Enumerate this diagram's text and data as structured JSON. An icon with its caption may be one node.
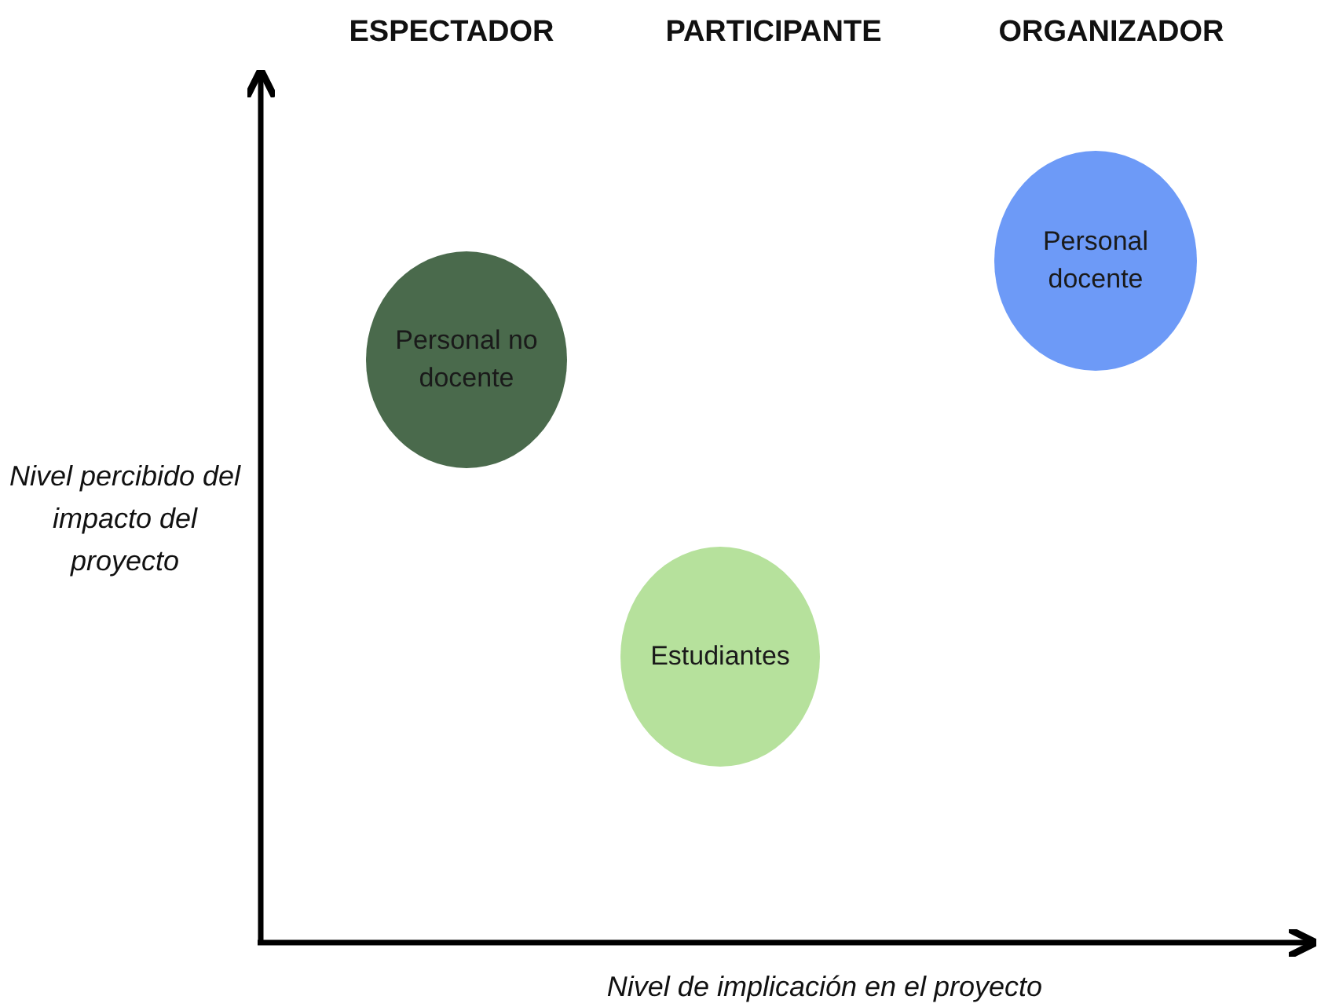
{
  "diagram": {
    "nodes": [
      {
        "text": [
          "Personal no docente"
        ]
      },
      {
        "text": [
          "Estudiantes"
        ]
      },
      {
        "text": [
          "Personal docente"
        ]
      }
    ],
    "labels": [
      "ESPECTADOR",
      "PARTICIPANTE",
      "ORGANIZADOR",
      "Nivel percibido del impacto del proyecto",
      "Nivel de implicación en el proyecto"
    ]
  }
}
